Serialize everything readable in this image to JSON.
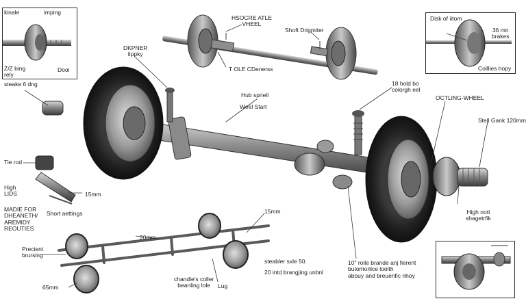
{
  "labels": {
    "kinale": "kinale",
    "imping": "imping",
    "z_ring_rely": "Z/Z bing\nrely",
    "dool": "Dool",
    "steake": "steake 6 dng",
    "dkpner": "DKPNER\nlippky",
    "hsocre": "HSOCRE ATLE\nVHEEL",
    "shoft": "Shoft Drigmiter",
    "cdenerss": "T OLE CDenerss",
    "disk_storm": "Disk of iitom",
    "mm36": "36 mn\nbrakes",
    "collies": "Colllies hopy",
    "hub_spriell": "Hub spriell",
    "weel_start": "Weel Start",
    "hold": "18 hold bo\ncolorgh eel",
    "octling": "OCTLING-WHEEL",
    "stell": "Stell Gank 120mm",
    "tie_rod": "Tie rod",
    "high_lids": "High\nLIDS",
    "mm15_a": "15mm",
    "madie": "MADIE FOR\nDHEANETH/\nAREMIDY\nREOUTIES",
    "short_aettings": "Short aettings",
    "high_nott": "High nott\nshagetrfik",
    "mm20": "20mm",
    "mm15_b": "15mm",
    "precient": "Precient\nbrursing",
    "steabler": "steabler sxle 50.",
    "intd_branging": "20 intd brangjing unbnl",
    "mm65": "65mm",
    "chandle": "chandle's coller\nbeanling lole",
    "lug": "Lug",
    "roile_brande": "10\" roile brande anj fierent\nbutomorlice loolth\nabouy and breuenfic nhoy"
  },
  "icons": [
    "axle-main-icon",
    "tire-left-icon",
    "tire-right-icon",
    "hub-assembly-icon",
    "chassis-frame-icon",
    "tie-rod-icon",
    "brake-disc-icon"
  ]
}
